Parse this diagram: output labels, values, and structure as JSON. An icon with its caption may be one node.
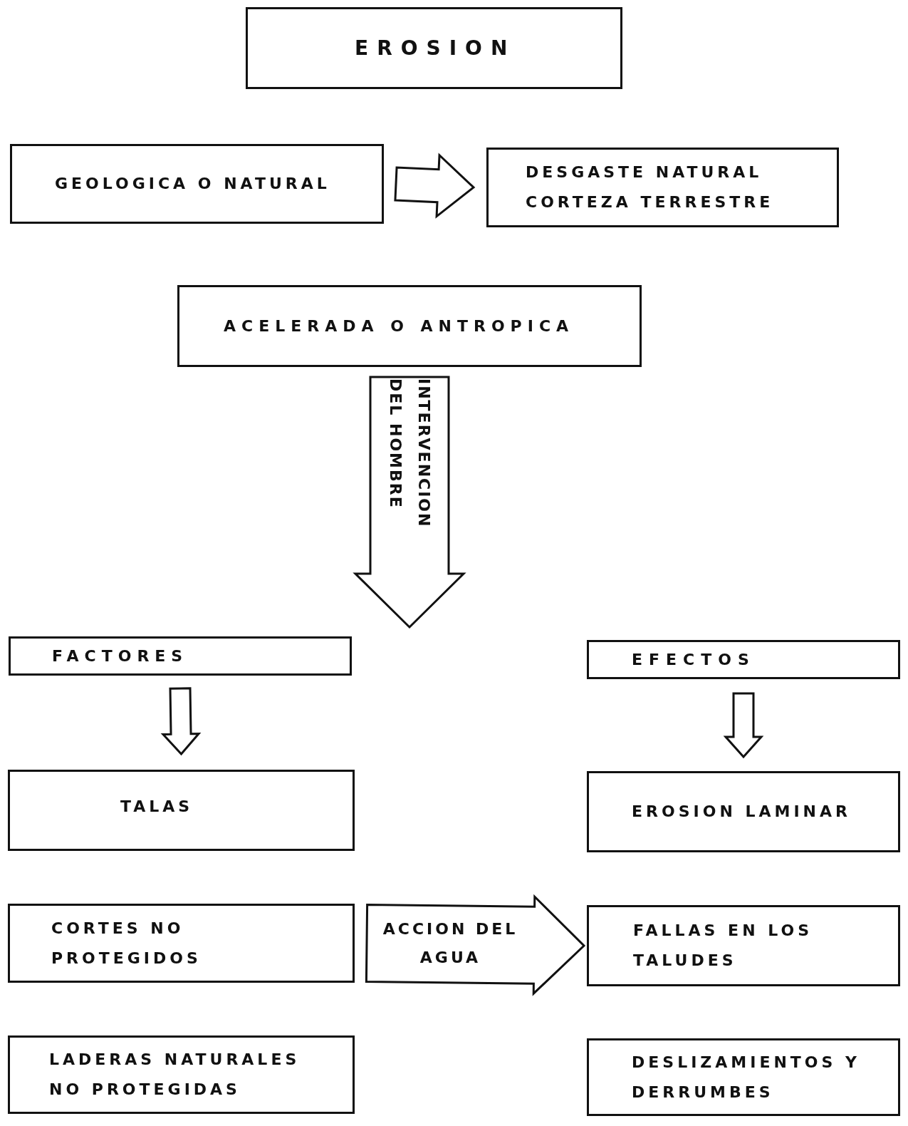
{
  "diagram": {
    "nodes": [
      {
        "text": [
          "EROSION"
        ]
      },
      {
        "text": [
          "GEOLOGICA O NATURAL"
        ]
      },
      {
        "text": [
          "DESGASTE NATURAL CORTEZA TERRESTRE"
        ]
      },
      {
        "text": [
          "ACELERADA O ANTROPICA"
        ]
      },
      {
        "text": [
          "FACTORES"
        ]
      },
      {
        "text": [
          "EFECTOS"
        ]
      },
      {
        "text": [
          "TALAS"
        ]
      },
      {
        "text": [
          "EROSION LAMINAR"
        ]
      },
      {
        "text": [
          "CORTES NO PROTEGIDOS"
        ]
      },
      {
        "text": [
          "FALLAS EN LOS TALUDES"
        ]
      },
      {
        "text": [
          "LADERAS NATURALES NO PROTEGIDAS"
        ]
      },
      {
        "text": [
          "DESLIZAMIENTOS Y DERRUMBES"
        ]
      }
    ],
    "edges": [
      {
        "from": 1,
        "to": 2,
        "arrow": "to"
      },
      {
        "from": 3,
        "to": null,
        "arrow": "to",
        "label": "INTERVENCION DEL HOMBRE"
      },
      {
        "from": 4,
        "to": 6,
        "arrow": "to"
      },
      {
        "from": 5,
        "to": 7,
        "arrow": "to"
      },
      {
        "from": 8,
        "to": 9,
        "arrow": "to",
        "label": "ACCION DEL AGUA"
      }
    ]
  }
}
